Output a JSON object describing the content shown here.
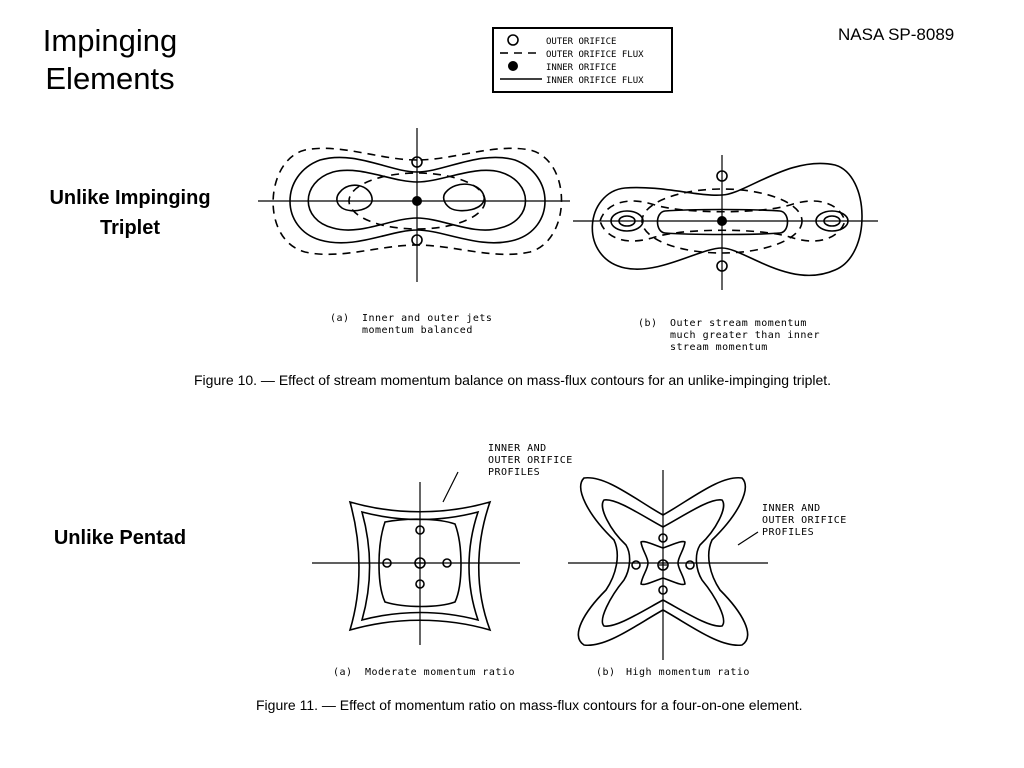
{
  "slide": {
    "title": "Impinging Elements",
    "source": "NASA SP-8089",
    "section_triplet": "Unlike Impinging Triplet",
    "section_pentad": "Unlike Pentad"
  },
  "legend": {
    "items": [
      {
        "symbol": "open-circle",
        "label": "OUTER ORIFICE"
      },
      {
        "symbol": "dashed-line",
        "label": "OUTER ORIFICE FLUX"
      },
      {
        "symbol": "filled-circle",
        "label": "INNER ORIFICE"
      },
      {
        "symbol": "solid-line",
        "label": "INNER ORIFICE FLUX"
      }
    ]
  },
  "figure10": {
    "caption": "Figure 10. — Effect of stream momentum balance on mass-flux contours for an unlike-impinging triplet.",
    "panel_a": {
      "tag": "(a)",
      "text": "Inner and outer jets\nmomentum balanced"
    },
    "panel_b": {
      "tag": "(b)",
      "text": "Outer stream momentum\nmuch greater than inner\nstream momentum"
    }
  },
  "figure11": {
    "caption": "Figure 11. — Effect of momentum ratio on mass-flux contours for a four-on-one element.",
    "callout_a": "INNER AND\nOUTER ORIFICE\nPROFILES",
    "callout_b": "INNER AND\nOUTER ORIFICE\nPROFILES",
    "panel_a": {
      "tag": "(a)",
      "text": "Moderate momentum ratio"
    },
    "panel_b": {
      "tag": "(b)",
      "text": "High momentum ratio"
    }
  }
}
